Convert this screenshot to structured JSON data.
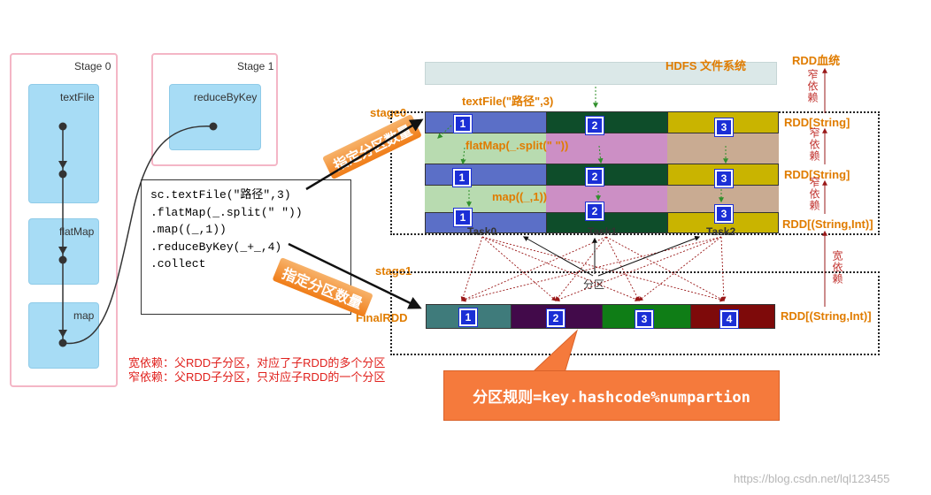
{
  "stages": {
    "stage0_title": "Stage 0",
    "stage1_title": "Stage 1",
    "rdd_textfile": "textFile",
    "rdd_flatmap": "flatMap",
    "rdd_map": "map",
    "rdd_reduce": "reduceByKey"
  },
  "code_lines": [
    "sc.textFile(\"路径\",3)",
    ".flatMap(_.split(\" \"))",
    ".map((_,1))",
    ".reduceByKey(_+_,4)",
    ".collect"
  ],
  "tilt_labels": [
    "指定分区数量",
    "指定分区数量"
  ],
  "top": {
    "hdfs": "HDFS 文件系统",
    "rdd_lineage": "RDD血统",
    "textfile_call": "textFile(\"路径\",3)",
    "flatmap_call": "flatMap(_.split(\" \"))",
    "map_call": "map((_,1))",
    "stage0": "stage0",
    "stage1": "stage1",
    "final_rdd": "FinalRDD",
    "shuffle": "分区"
  },
  "rdd_types": [
    "RDD[String]",
    "RDD[String]",
    "RDD[(String,Int)]",
    "RDD[(String,Int)]"
  ],
  "dependencies": {
    "narrow": "窄依赖",
    "wide": "宽依赖"
  },
  "tasks": [
    "Task0",
    "Task1",
    "Task2"
  ],
  "partition_numbers": [
    "1",
    "2",
    "3"
  ],
  "final_partitions": [
    "1",
    "2",
    "3",
    "4"
  ],
  "legend": {
    "wide": "宽依赖：父RDD子分区，对应了子RDD的多个分区",
    "narrow": "窄依赖：父RDD子分区，只对应子RDD的一个分区"
  },
  "rule": "分区规则=key.hashcode%numpartion",
  "watermark": "https://blog.csdn.net/lql123455",
  "colors": {
    "row1": [
      "#5b6fc7",
      "#0e4d2a",
      "#c9b400"
    ],
    "row2": [
      "#b8dbb0",
      "#cc8fc5",
      "#c9ab92"
    ],
    "row3": [
      "#5b6fc7",
      "#0e4d2a",
      "#c9b400"
    ],
    "final": [
      "#3f7b7b",
      "#420a4a",
      "#0f7d16",
      "#7e0a0a"
    ],
    "stage_border": "#f4b6c6",
    "rdd_box": "#a7dcf5",
    "badge": "#1b2fd6",
    "rule_box": "#f57a3c"
  }
}
